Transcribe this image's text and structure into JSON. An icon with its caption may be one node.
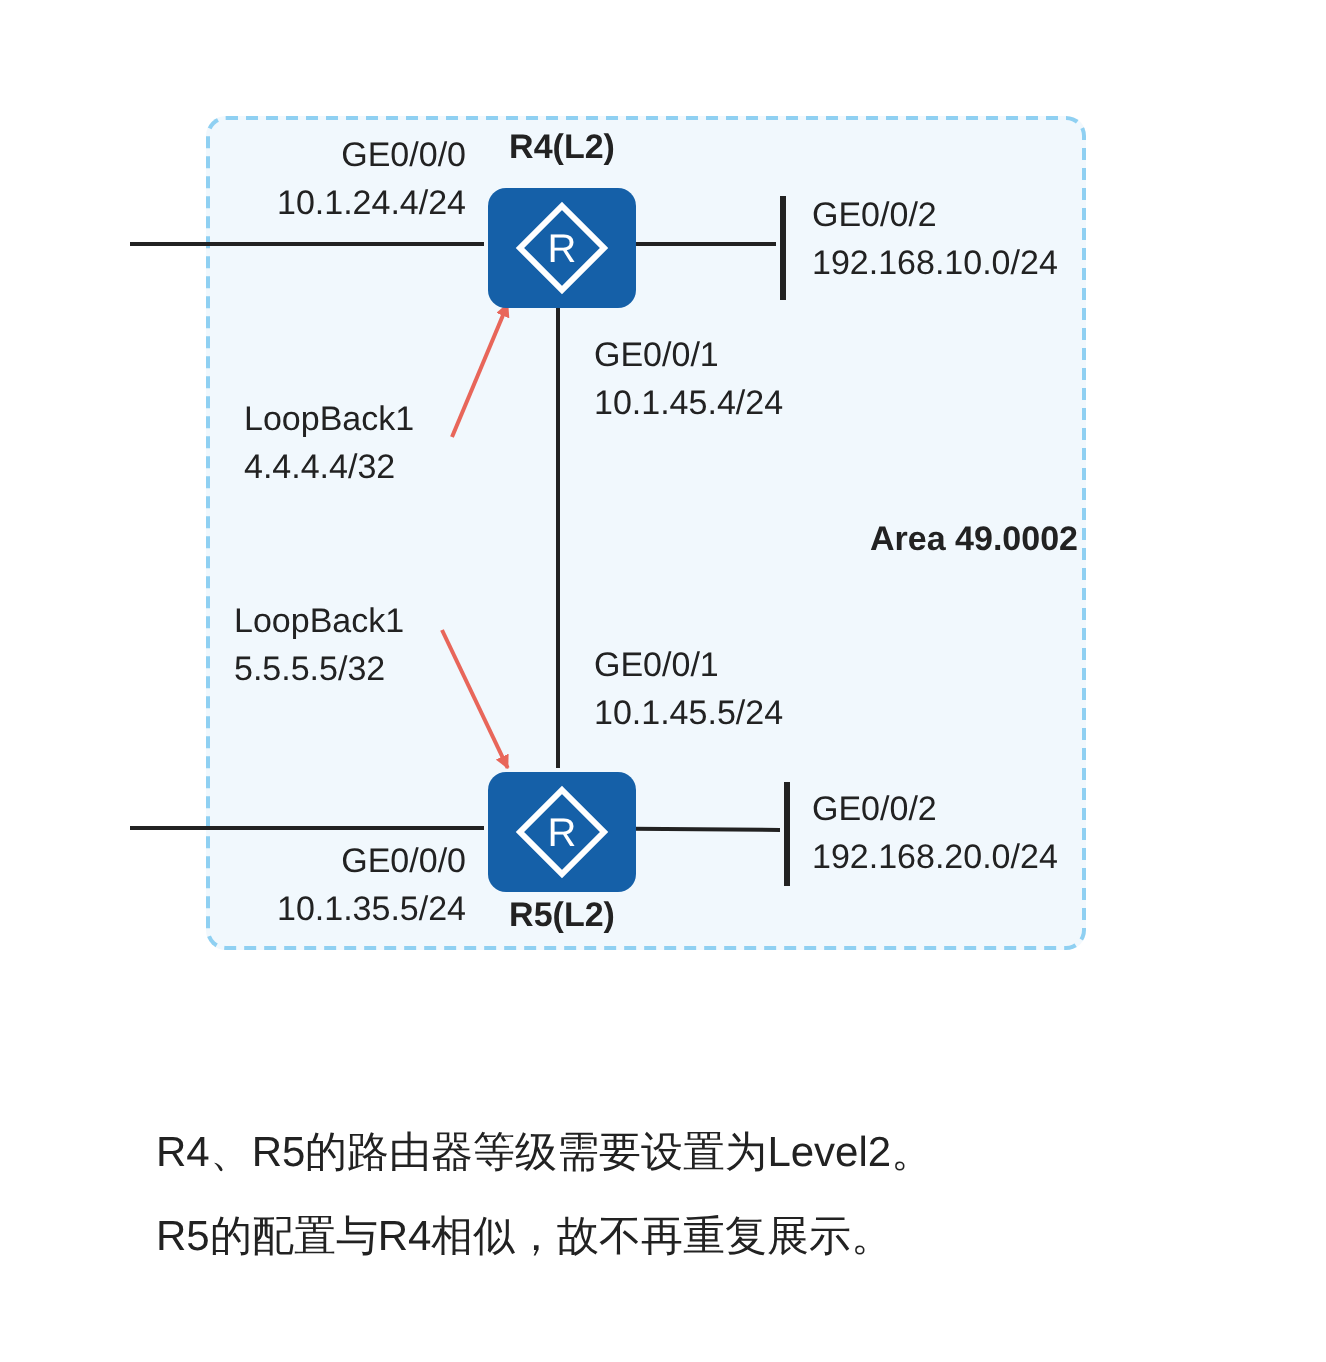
{
  "diagram": {
    "nodes": [
      {
        "text": [
          "Area 49.0002"
        ]
      },
      {
        "text": [
          "R4(L2)",
          "R"
        ],
        "in": 0
      },
      {
        "text": [
          "R",
          "R5(L2)"
        ],
        "in": 0
      },
      {
        "text": [
          "LoopBack1 4.4.4.4/32"
        ],
        "in": 0
      },
      {
        "text": [
          "LoopBack1 5.5.5.5/32"
        ],
        "in": 0
      },
      {
        "text": [],
        "shape": "bar",
        "in": 0
      },
      {
        "text": [],
        "shape": "bar",
        "in": 0
      }
    ],
    "edges": [
      {
        "from": null,
        "to": 1,
        "arrow": "none"
      },
      {
        "from": 1,
        "to": 5,
        "arrow": "none"
      },
      {
        "from": 1,
        "to": 2,
        "arrow": "none"
      },
      {
        "from": 3,
        "to": 1,
        "arrow": "to",
        "color": "#e8665a"
      },
      {
        "from": 4,
        "to": 2,
        "arrow": "to",
        "color": "#e8665a"
      },
      {
        "from": null,
        "to": 2,
        "arrow": "none"
      },
      {
        "from": 2,
        "to": 6,
        "arrow": "none"
      }
    ],
    "labels": [
      "GE0/0/0 10.1.24.4/24",
      "GE0/0/2 192.168.10.0/24",
      "GE0/0/1 10.1.45.4/24",
      "GE0/0/1 10.1.45.5/24",
      "GE0/0/2 192.168.20.0/24",
      "GE0/0/0 10.1.35.5/24",
      "R4、R5的路由器等级需要设置为Level2。",
      "R5的配置与R4相似，故不再重复展示。"
    ]
  }
}
